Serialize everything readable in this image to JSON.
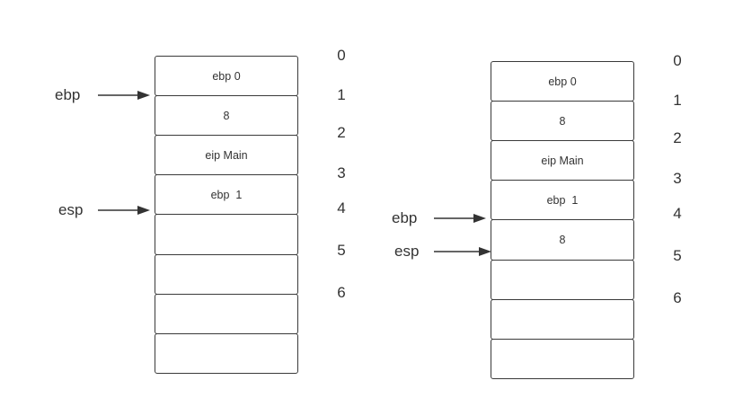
{
  "left_stack": {
    "cells": [
      "ebp 0",
      "8",
      "eip Main",
      "ebp  1",
      "",
      "",
      "",
      ""
    ],
    "indices": [
      "0",
      "1",
      "2",
      "3",
      "4",
      "5",
      "6"
    ],
    "ebp_label": "ebp",
    "esp_label": "esp"
  },
  "right_stack": {
    "cells": [
      "ebp 0",
      "8",
      "eip Main",
      "ebp  1",
      "8",
      "",
      "",
      ""
    ],
    "indices": [
      "0",
      "1",
      "2",
      "3",
      "4",
      "5",
      "6"
    ],
    "ebp_label": "ebp",
    "esp_label": "esp"
  },
  "colors": {
    "stroke": "#3a3a3a",
    "text": "#333333",
    "background": "#ffffff"
  }
}
